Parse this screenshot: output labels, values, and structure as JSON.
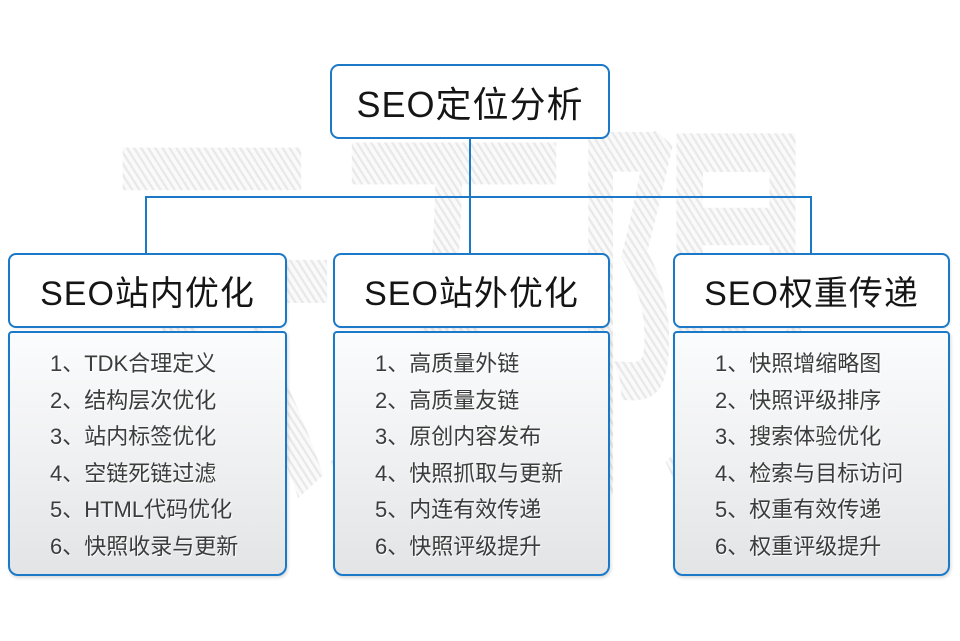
{
  "diagram": {
    "title": "SEO定位分析",
    "watermark": "云无限",
    "columns": [
      {
        "header": "SEO站内优化",
        "items": [
          "1、TDK合理定义",
          "2、结构层次优化",
          "3、站内标签优化",
          "4、空链死链过滤",
          "5、HTML代码优化",
          "6、快照收录与更新"
        ]
      },
      {
        "header": "SEO站外优化",
        "items": [
          "1、高质量外链",
          "2、高质量友链",
          "3、原创内容发布",
          "4、快照抓取与更新",
          "5、内连有效传递",
          "6、快照评级提升"
        ]
      },
      {
        "header": "SEO权重传递",
        "items": [
          "1、快照增缩略图",
          "2、快照评级排序",
          "3、搜索体验优化",
          "4、检索与目标访问",
          "5、权重有效传递",
          "6、权重评级提升"
        ]
      }
    ]
  },
  "colors": {
    "accent_blue": "#1b79c8",
    "body_grad_top": "#fbfcfd",
    "body_grad_bottom": "#e2e4e6",
    "list_text": "#3c3c3c",
    "title_text": "#151515"
  }
}
